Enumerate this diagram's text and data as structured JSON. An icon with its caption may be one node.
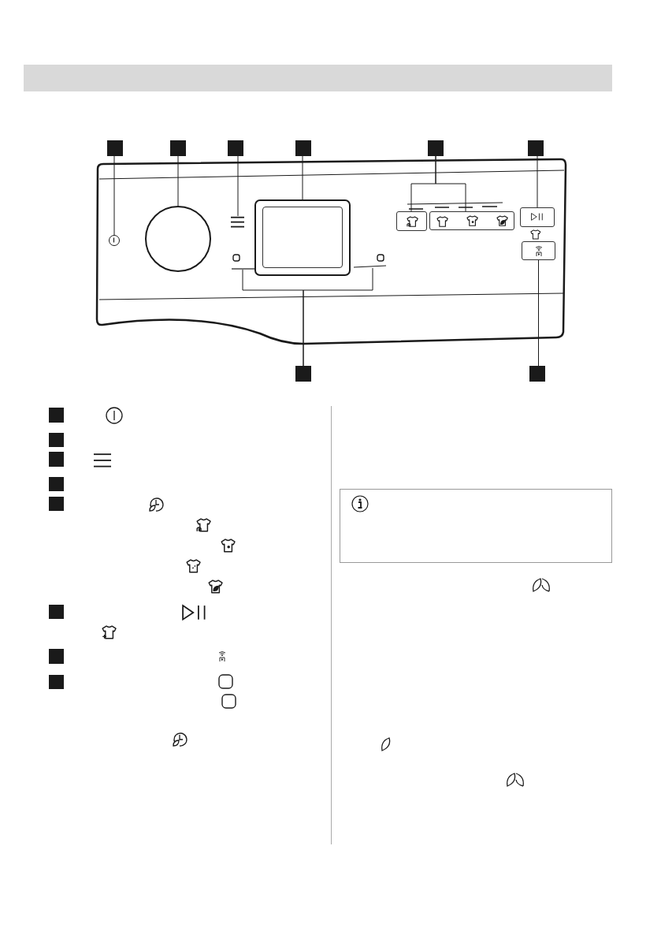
{
  "diagram": {
    "nodes": [
      {
        "text": [],
        "shape": "box"
      },
      {
        "text": [],
        "shape": "box"
      },
      {
        "text": [],
        "shape": "box"
      },
      {
        "text": [],
        "shape": "box"
      },
      {
        "text": [],
        "shape": "box"
      },
      {
        "text": [],
        "shape": "box"
      },
      {
        "text": [],
        "shape": "box"
      },
      {
        "text": [],
        "shape": "box"
      },
      {
        "text": [],
        "shape": "circle"
      },
      {
        "text": [],
        "shape": "circle"
      },
      {
        "text": [],
        "shape": "picture"
      },
      {
        "text": [],
        "shape": "box"
      },
      {
        "text": [],
        "shape": "box"
      },
      {
        "text": [],
        "shape": "box"
      },
      {
        "text": [],
        "shape": "box"
      },
      {
        "text": [],
        "shape": "box"
      },
      {
        "text": [],
        "shape": "box"
      },
      {
        "text": [],
        "shape": "box"
      },
      {
        "text": [],
        "shape": "box"
      },
      {
        "text": [],
        "shape": "box"
      },
      {
        "text": [],
        "shape": "box"
      },
      {
        "text": [],
        "shape": "box"
      },
      {
        "text": [],
        "shape": "box"
      },
      {
        "text": [],
        "shape": "box"
      },
      {
        "text": [],
        "shape": "box"
      },
      {
        "text": [],
        "shape": "box"
      },
      {
        "text": [],
        "shape": "box"
      }
    ],
    "edges": [
      {
        "from": 0,
        "to": 8,
        "arrow": "none"
      },
      {
        "from": 1,
        "to": 9,
        "arrow": "none"
      },
      {
        "from": 2,
        "to": 10,
        "arrow": "none"
      },
      {
        "from": 3,
        "to": 11,
        "arrow": "none"
      },
      {
        "from": 4,
        "to": 12,
        "arrow": "none"
      },
      {
        "from": 4,
        "to": 13,
        "arrow": "none"
      },
      {
        "from": 5,
        "to": 14,
        "arrow": "none"
      },
      {
        "from": 6,
        "to": 16,
        "arrow": "none"
      },
      {
        "from": 6,
        "to": 17,
        "arrow": "none"
      },
      {
        "from": 7,
        "to": 15,
        "arrow": "none"
      }
    ]
  }
}
